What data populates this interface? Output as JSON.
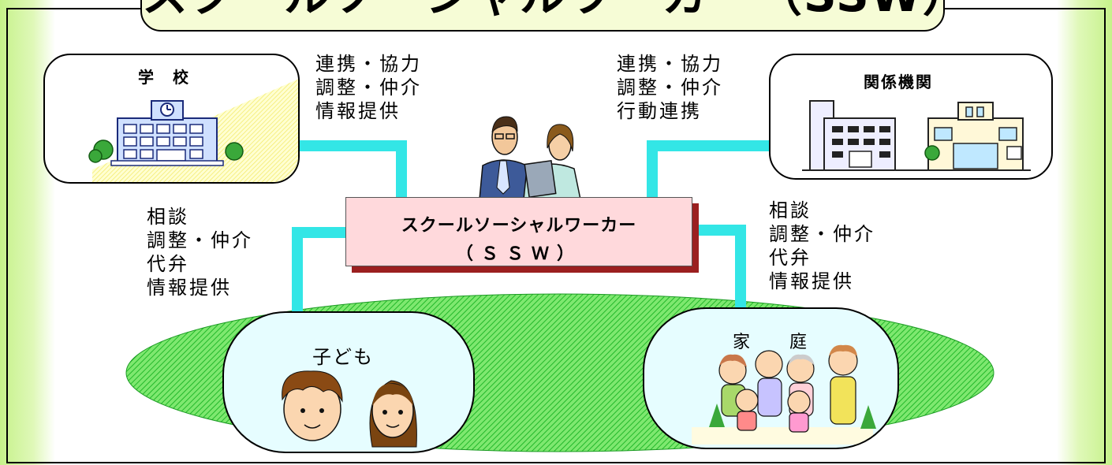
{
  "title": "スクールソーシャルワーカー（SSW）の役割",
  "nodes": {
    "school": {
      "label": "学　校"
    },
    "agencies": {
      "label": "関係機関"
    },
    "ssw": {
      "line1": "スクールソーシャルワーカー",
      "line2": "（ＳＳＷ）"
    },
    "child": {
      "label": "子ども"
    },
    "family": {
      "label": "家　庭"
    }
  },
  "roles": {
    "school": [
      "連携・協力",
      "調整・仲介",
      "情報提供"
    ],
    "agencies": [
      "連携・協力",
      "調整・仲介",
      "行動連携"
    ],
    "child": [
      "相談",
      "調整・仲介",
      "代弁",
      "情報提供"
    ],
    "family": [
      "相談",
      "調整・仲介",
      "代弁",
      "情報提供"
    ]
  },
  "colors": {
    "connector": "#33e6e6",
    "ssw_box": "#ffd9dc",
    "ssw_shadow": "#9b1f1f",
    "ellipse": "#3ed64a",
    "edge_green": "#c6f28a",
    "round_box": "#e6fdff"
  }
}
